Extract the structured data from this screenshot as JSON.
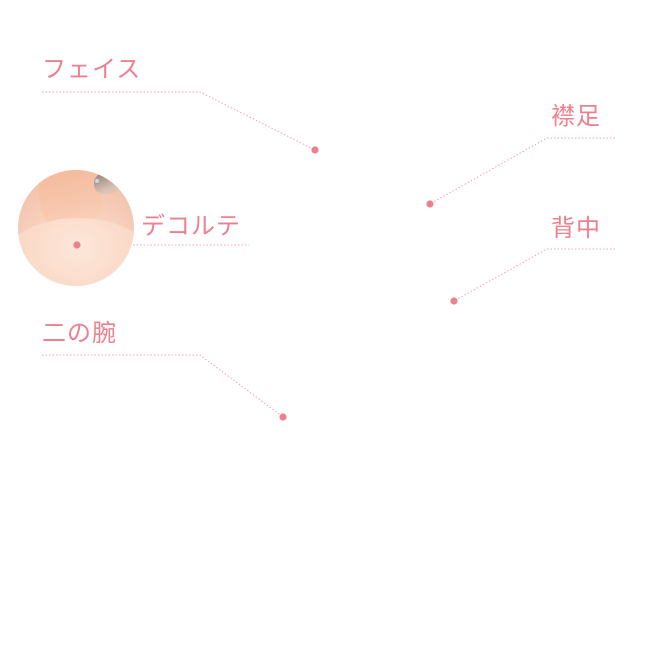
{
  "labels": {
    "face": "フェイス",
    "collar": "襟足",
    "decollete": "デコルテ",
    "back": "背中",
    "upper_arm": "二の腕"
  },
  "colors": {
    "accent": "#ee7f8e",
    "leader": "#f0a3ad"
  }
}
